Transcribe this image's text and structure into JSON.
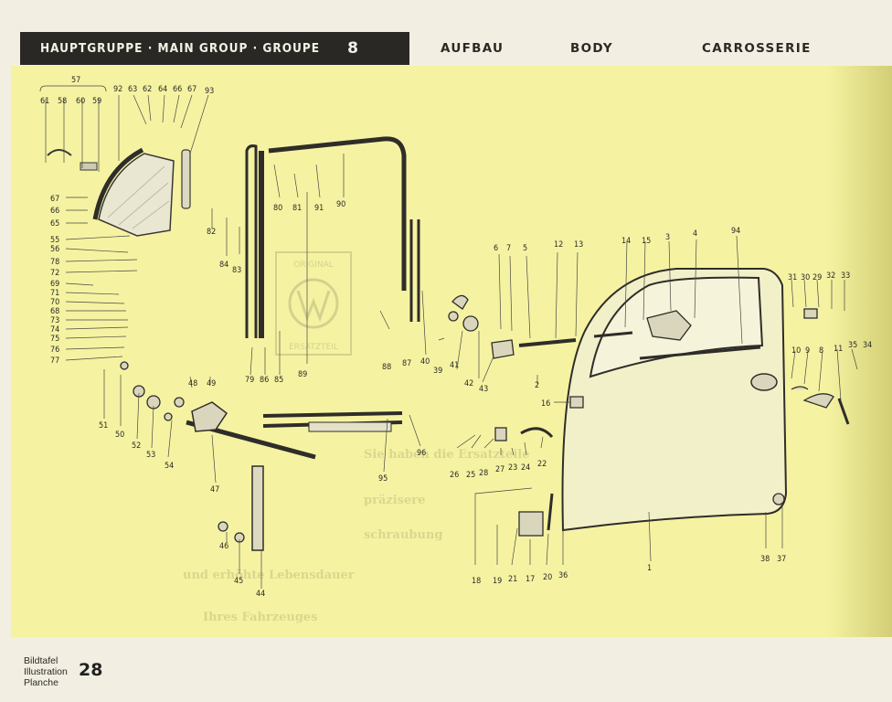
{
  "header": {
    "group_label": "HAUPTGRUPPE · MAIN GROUP · GROUPE",
    "group_number": "8",
    "categories": [
      "AUFBAU",
      "BODY",
      "CARROSSERIE"
    ]
  },
  "footer": {
    "plate_label": [
      "Bildtafel",
      "Illustration",
      "Planche"
    ],
    "plate_number": "28"
  },
  "ghost_text": [
    "Sie haben die Ersatzteile",
    "präzisere",
    "schraubung",
    "und erhöhte Lebensdauer",
    "Ihres Fahrzeuges"
  ],
  "emblem": {
    "words": [
      "ORIGINAL",
      "ERSATZTEIL"
    ]
  },
  "callouts": {
    "57": "57",
    "61": "61",
    "58": "58",
    "60": "60",
    "59": "59",
    "92": "92",
    "63": "63",
    "62": "62",
    "64": "64",
    "66": "66",
    "67": "67",
    "93": "93",
    "67b": "67",
    "66b": "66",
    "65": "65",
    "55": "55",
    "56": "56",
    "78": "78",
    "72": "72",
    "69": "69",
    "71": "71",
    "70": "70",
    "68": "68",
    "73": "73",
    "74": "74",
    "75": "75",
    "76": "76",
    "77": "77",
    "80": "80",
    "81": "81",
    "91": "91",
    "90": "90",
    "82": "82",
    "84": "84",
    "83": "83",
    "79": "79",
    "86": "86",
    "85": "85",
    "89": "89",
    "88": "88",
    "87": "87",
    "51": "51",
    "50": "50",
    "52": "52",
    "53": "53",
    "48": "48",
    "49": "49",
    "54": "54",
    "47": "47",
    "46": "46",
    "45": "45",
    "44": "44",
    "95": "95",
    "96": "96",
    "40": "40",
    "39": "39",
    "41": "41",
    "42": "42",
    "43": "43",
    "6": "6",
    "7": "7",
    "5": "5",
    "12": "12",
    "13": "13",
    "14": "14",
    "15": "15",
    "3": "3",
    "4": "4",
    "94": "94",
    "2": "2",
    "16": "16",
    "31": "31",
    "30": "30",
    "29": "29",
    "32": "32",
    "33": "33",
    "10": "10",
    "9": "9",
    "8": "8",
    "11": "11",
    "35": "35",
    "34": "34",
    "26": "26",
    "25": "25",
    "28": "28",
    "27": "27",
    "23": "23",
    "24": "24",
    "22": "22",
    "1": "1",
    "18": "18",
    "19": "19",
    "21": "21",
    "17": "17",
    "20": "20",
    "36": "36",
    "38": "38",
    "37": "37"
  }
}
